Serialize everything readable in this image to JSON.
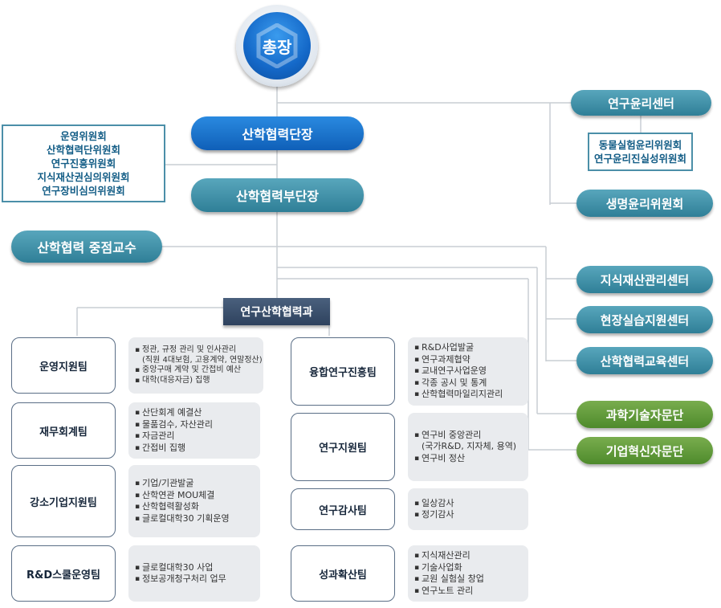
{
  "president": "총장",
  "head": "산학협력단장",
  "vice_head": "산학협력부단장",
  "focus_professor": "산학협력 중점교수",
  "committees": [
    "운영위원회",
    "산학협력단위원회",
    "연구진흥위원회",
    "지식재산권심의위원회",
    "연구장비심의위원회"
  ],
  "ethics_center": "연구윤리센터",
  "ethics_committees": [
    "동물실험윤리위원회",
    "연구윤리진실성위원회"
  ],
  "bio_ethics": "생명윤리위원회",
  "centers": [
    "지식재산관리센터",
    "현장실습지원센터",
    "산학협력교육센터"
  ],
  "advisory": [
    "과학기술자문단",
    "기업혁신자문단"
  ],
  "department": "연구산학협력과",
  "left_teams": [
    {
      "name": "운영지원팀",
      "items": [
        "정관, 규정 관리 및 인사관리",
        "(직원 4대보험, 고용계약, 연말정산)",
        "중앙구매 계약 및 간접비 예산",
        "대학(대응자금) 집행"
      ]
    },
    {
      "name": "재무회계팀",
      "items": [
        "산단회계 예결산",
        "물품검수, 자산관리",
        "자금관리",
        "간접비 집행"
      ]
    },
    {
      "name": "강소기업지원팀",
      "items": [
        "기업/기관발굴",
        "산학연관 MOU체결",
        "산학협력활성화",
        "글로컬대학30 기획운영"
      ]
    },
    {
      "name": "R&D스쿨운영팀",
      "items": [
        "글로컬대학30 사업",
        "정보공개청구처리 업무"
      ]
    }
  ],
  "right_teams": [
    {
      "name": "융합연구진흥팀",
      "items": [
        "R&D사업발굴",
        "연구과제협약",
        "교내연구사업운영",
        "각종 공시 및 통계",
        "산학협력마일리지관리"
      ]
    },
    {
      "name": "연구지원팀",
      "items": [
        "연구비 중앙관리",
        "(국가R&D, 지자체, 용역)",
        "연구비 정산"
      ]
    },
    {
      "name": "연구감사팀",
      "items": [
        "일상감사",
        "정기감사"
      ]
    },
    {
      "name": "성과확산팀",
      "items": [
        "지식재산관리",
        "기술사업화",
        "교원 실험실 창업",
        "연구노트 관리"
      ]
    }
  ],
  "colors": {
    "primary_blue": "#1a73d0",
    "teal": "#3f8ea6",
    "green": "#5e9636",
    "navy": "#3a4f6b",
    "line": "#c9ced4"
  }
}
